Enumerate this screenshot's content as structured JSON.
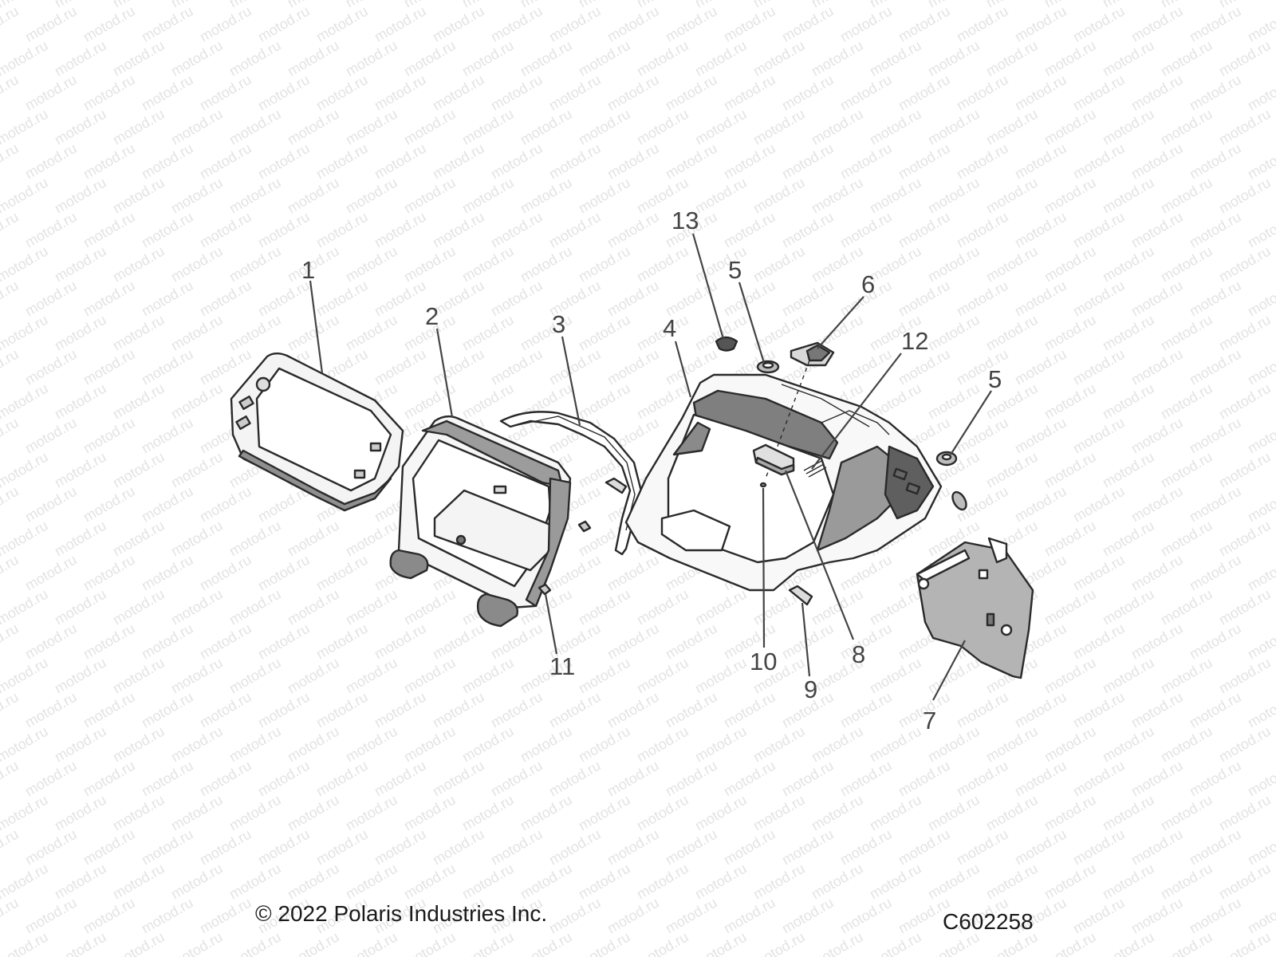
{
  "diagram": {
    "callouts": [
      {
        "id": "1",
        "text": "1"
      },
      {
        "id": "2",
        "text": "2"
      },
      {
        "id": "3",
        "text": "3"
      },
      {
        "id": "4",
        "text": "4"
      },
      {
        "id": "5a",
        "text": "5"
      },
      {
        "id": "5b",
        "text": "5"
      },
      {
        "id": "6",
        "text": "6"
      },
      {
        "id": "7",
        "text": "7"
      },
      {
        "id": "8",
        "text": "8"
      },
      {
        "id": "9",
        "text": "9"
      },
      {
        "id": "10",
        "text": "10"
      },
      {
        "id": "11",
        "text": "11"
      },
      {
        "id": "12",
        "text": "12"
      },
      {
        "id": "13",
        "text": "13"
      }
    ],
    "watermark": "motod.ru",
    "colors": {
      "line": "#2a2a2a",
      "shade": "#9a9a9a",
      "dark": "#555555",
      "light": "#f2f2f2",
      "label": "#444444",
      "watermark": "#e3e3e3"
    }
  },
  "footer": {
    "copyright": "© 2022 Polaris Industries Inc.",
    "figure_id": "C602258"
  }
}
